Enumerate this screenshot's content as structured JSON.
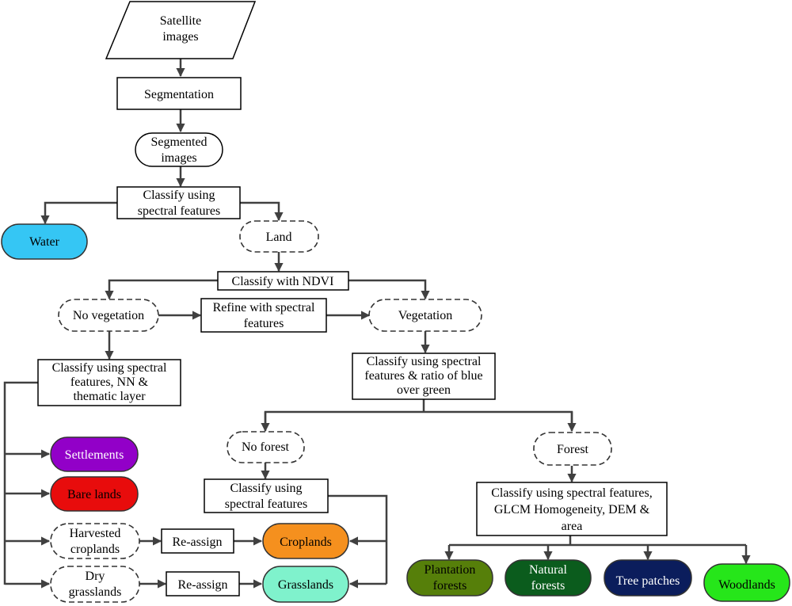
{
  "nodes": {
    "satellite_images": [
      "Satellite",
      "images"
    ],
    "segmentation": "Segmentation",
    "segmented_images": [
      "Segmented",
      "images"
    ],
    "classify_spectral_1": [
      "Classify using",
      "spectral features"
    ],
    "water": "Water",
    "land": "Land",
    "classify_ndvi": "Classify with NDVI",
    "no_vegetation": "No vegetation",
    "refine_spectral": [
      "Refine with spectral",
      "features"
    ],
    "vegetation": "Vegetation",
    "classify_nn_thematic": [
      "Classify using spectral",
      "features, NN &",
      "thematic layer"
    ],
    "classify_blue_green": [
      "Classify using spectral",
      "features & ratio of blue",
      "over green"
    ],
    "settlements": "Settlements",
    "bare_lands": "Bare lands",
    "no_forest": "No forest",
    "forest": "Forest",
    "classify_spectral_2": [
      "Classify using",
      "spectral features"
    ],
    "classify_glcm": [
      "Classify using spectral features,",
      "GLCM Homogeneity,  DEM &",
      "area"
    ],
    "harvested_croplands": [
      "Harvested",
      "croplands"
    ],
    "reassign_1": "Re-assign",
    "croplands": "Croplands",
    "dry_grasslands": [
      "Dry",
      "grasslands"
    ],
    "reassign_2": "Re-assign",
    "grasslands": "Grasslands",
    "plantation_forests": [
      "Plantation",
      "forests"
    ],
    "natural_forests": [
      "Natural",
      "forests"
    ],
    "tree_patches": "Tree patches",
    "woodlands": "Woodlands"
  },
  "colors": {
    "water": "#35c6f4",
    "settlements": "#9200c8",
    "bare_lands": "#e80c0c",
    "croplands": "#f5901e",
    "grasslands": "#7ff2cc",
    "plantation_forests": "#567f0a",
    "natural_forests": "#0b5c1d",
    "tree_patches": "#0b1d5c",
    "woodlands": "#26e61a"
  }
}
